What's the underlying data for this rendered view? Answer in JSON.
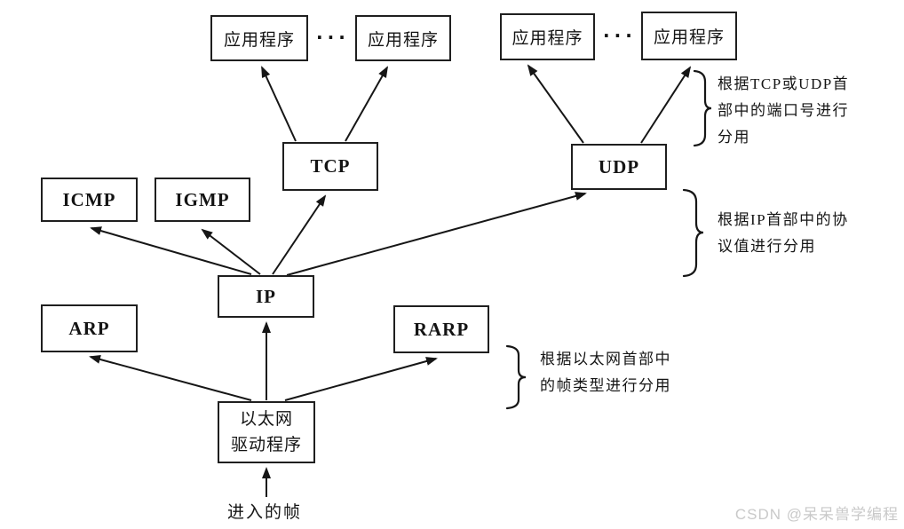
{
  "nodes": {
    "app1": {
      "label": "应用程序"
    },
    "app2": {
      "label": "应用程序"
    },
    "app3": {
      "label": "应用程序"
    },
    "app4": {
      "label": "应用程序"
    },
    "tcp": {
      "label": "TCP"
    },
    "udp": {
      "label": "UDP"
    },
    "icmp": {
      "label": "ICMP"
    },
    "igmp": {
      "label": "IGMP"
    },
    "ip": {
      "label": "IP"
    },
    "arp": {
      "label": "ARP"
    },
    "rarp": {
      "label": "RARP"
    },
    "eth": {
      "label_line1": "以太网",
      "label_line2": "驱动程序"
    }
  },
  "ellipsis": {
    "left": "···",
    "right": "···"
  },
  "edges": [
    {
      "from": "tcp",
      "to": "app1"
    },
    {
      "from": "tcp",
      "to": "app2"
    },
    {
      "from": "udp",
      "to": "app3"
    },
    {
      "from": "udp",
      "to": "app4"
    },
    {
      "from": "ip",
      "to": "icmp"
    },
    {
      "from": "ip",
      "to": "igmp"
    },
    {
      "from": "ip",
      "to": "tcp"
    },
    {
      "from": "ip",
      "to": "udp"
    },
    {
      "from": "eth",
      "to": "arp"
    },
    {
      "from": "eth",
      "to": "ip"
    },
    {
      "from": "eth",
      "to": "rarp"
    },
    {
      "from": "incoming-frame",
      "to": "eth"
    }
  ],
  "annotations": [
    {
      "lines": [
        "根据TCP或UDP首",
        "部中的端口号进行",
        "分用"
      ]
    },
    {
      "lines": [
        "根据IP首部中的协",
        "议值进行分用"
      ]
    },
    {
      "lines": [
        "根据以太网首部中",
        "的帧类型进行分用"
      ]
    }
  ],
  "incoming_frame_label": "进入的帧",
  "watermark": "CSDN @呆呆兽学编程",
  "colors": {
    "line": "#1a1a1a",
    "border": "#1f1f1f",
    "background": "#ffffff",
    "watermark": "#c9c9c9"
  }
}
